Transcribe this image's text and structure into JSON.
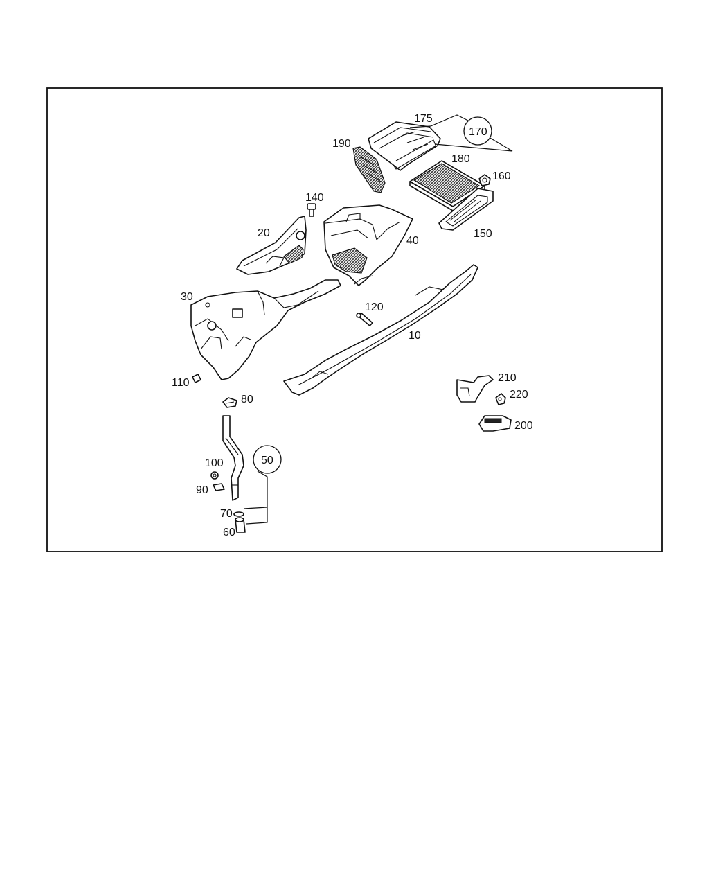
{
  "callouts": {
    "c10": "10",
    "c20": "20",
    "c30": "30",
    "c40": "40",
    "c50": "50",
    "c60": "60",
    "c70": "70",
    "c80": "80",
    "c90": "90",
    "c100": "100",
    "c110": "110",
    "c120": "120",
    "c140": "140",
    "c150": "150",
    "c160": "160",
    "c170": "170",
    "c175": "175",
    "c180": "180",
    "c190": "190",
    "c200": "200",
    "c210": "210",
    "c220": "220"
  }
}
